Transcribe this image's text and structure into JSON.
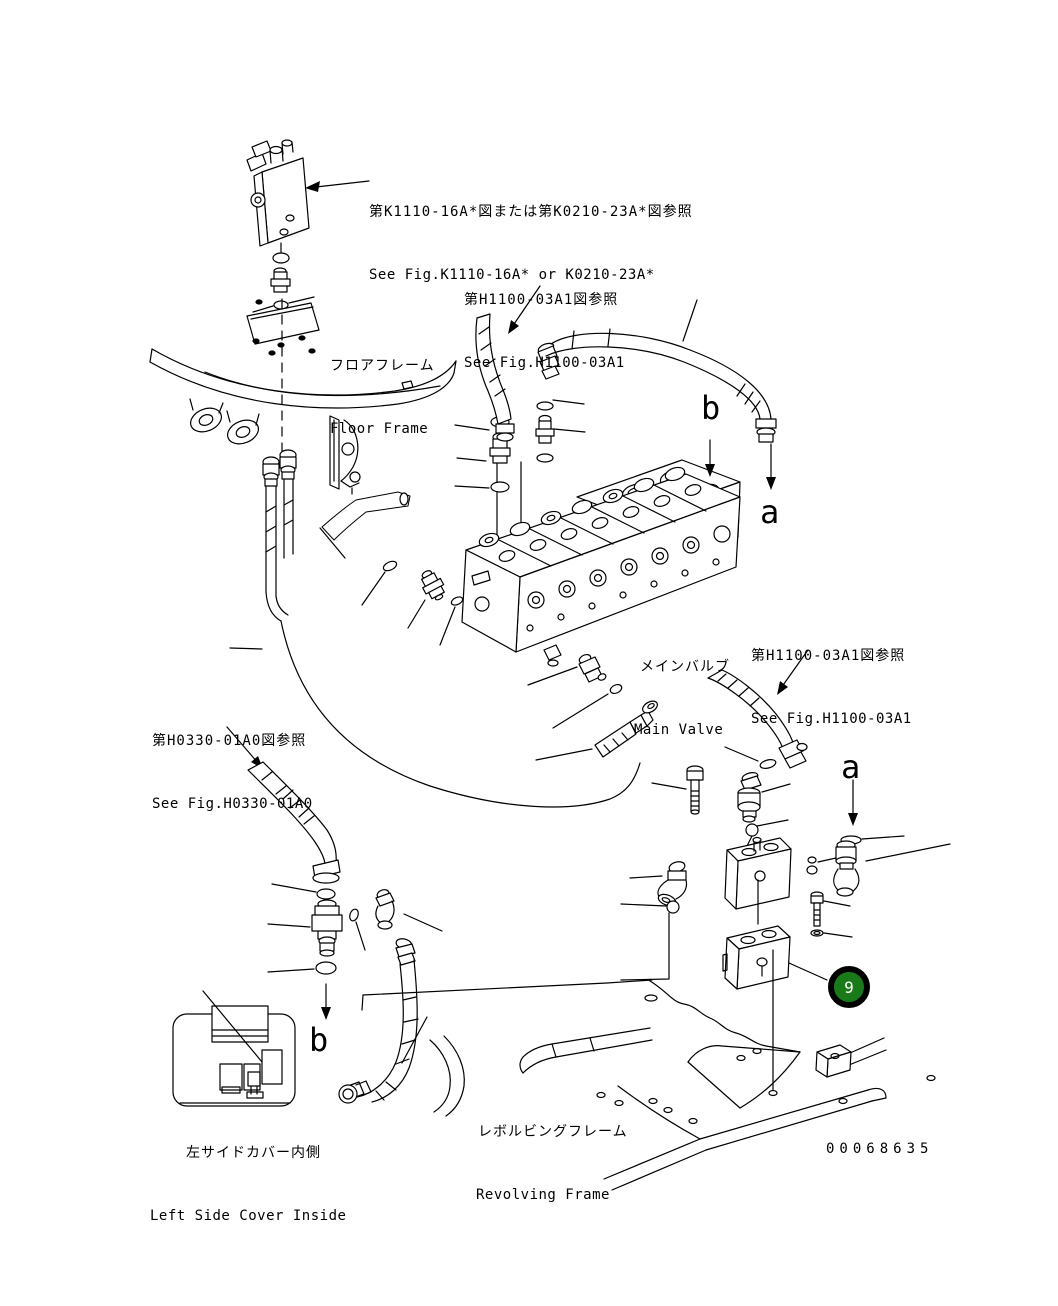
{
  "figure": {
    "drawing_number": "00068635",
    "balloon": {
      "number": "9"
    },
    "markers": {
      "b_top": "b",
      "a_top": "a",
      "a_right": "a",
      "b_left": "b"
    },
    "labels": {
      "k1110": {
        "jp": "第K1110-16A*図または第K0210-23A*図参照",
        "en": "See Fig.K1110-16A* or K0210-23A*"
      },
      "h1100_top": {
        "jp": "第H1100-03A1図参照",
        "en": "See Fig.H1100-03A1"
      },
      "floor_frame": {
        "jp": "フロアフレーム",
        "en": "Floor Frame"
      },
      "main_valve": {
        "jp": "メインバルブ",
        "en": "Main Valve"
      },
      "h1100_right": {
        "jp": "第H1100-03A1図参照",
        "en": "See Fig.H1100-03A1"
      },
      "h0330": {
        "jp": "第H0330-01A0図参照",
        "en": "See Fig.H0330-01A0"
      },
      "left_side_cover": {
        "jp": "左サイドカバー内側",
        "en": "Left Side Cover Inside"
      },
      "revolving_frame": {
        "jp": "レボルビングフレーム",
        "en": "Revolving Frame"
      }
    },
    "colors": {
      "balloon_green": "#1a7a1a",
      "line": "#000000",
      "background": "#ffffff"
    }
  }
}
